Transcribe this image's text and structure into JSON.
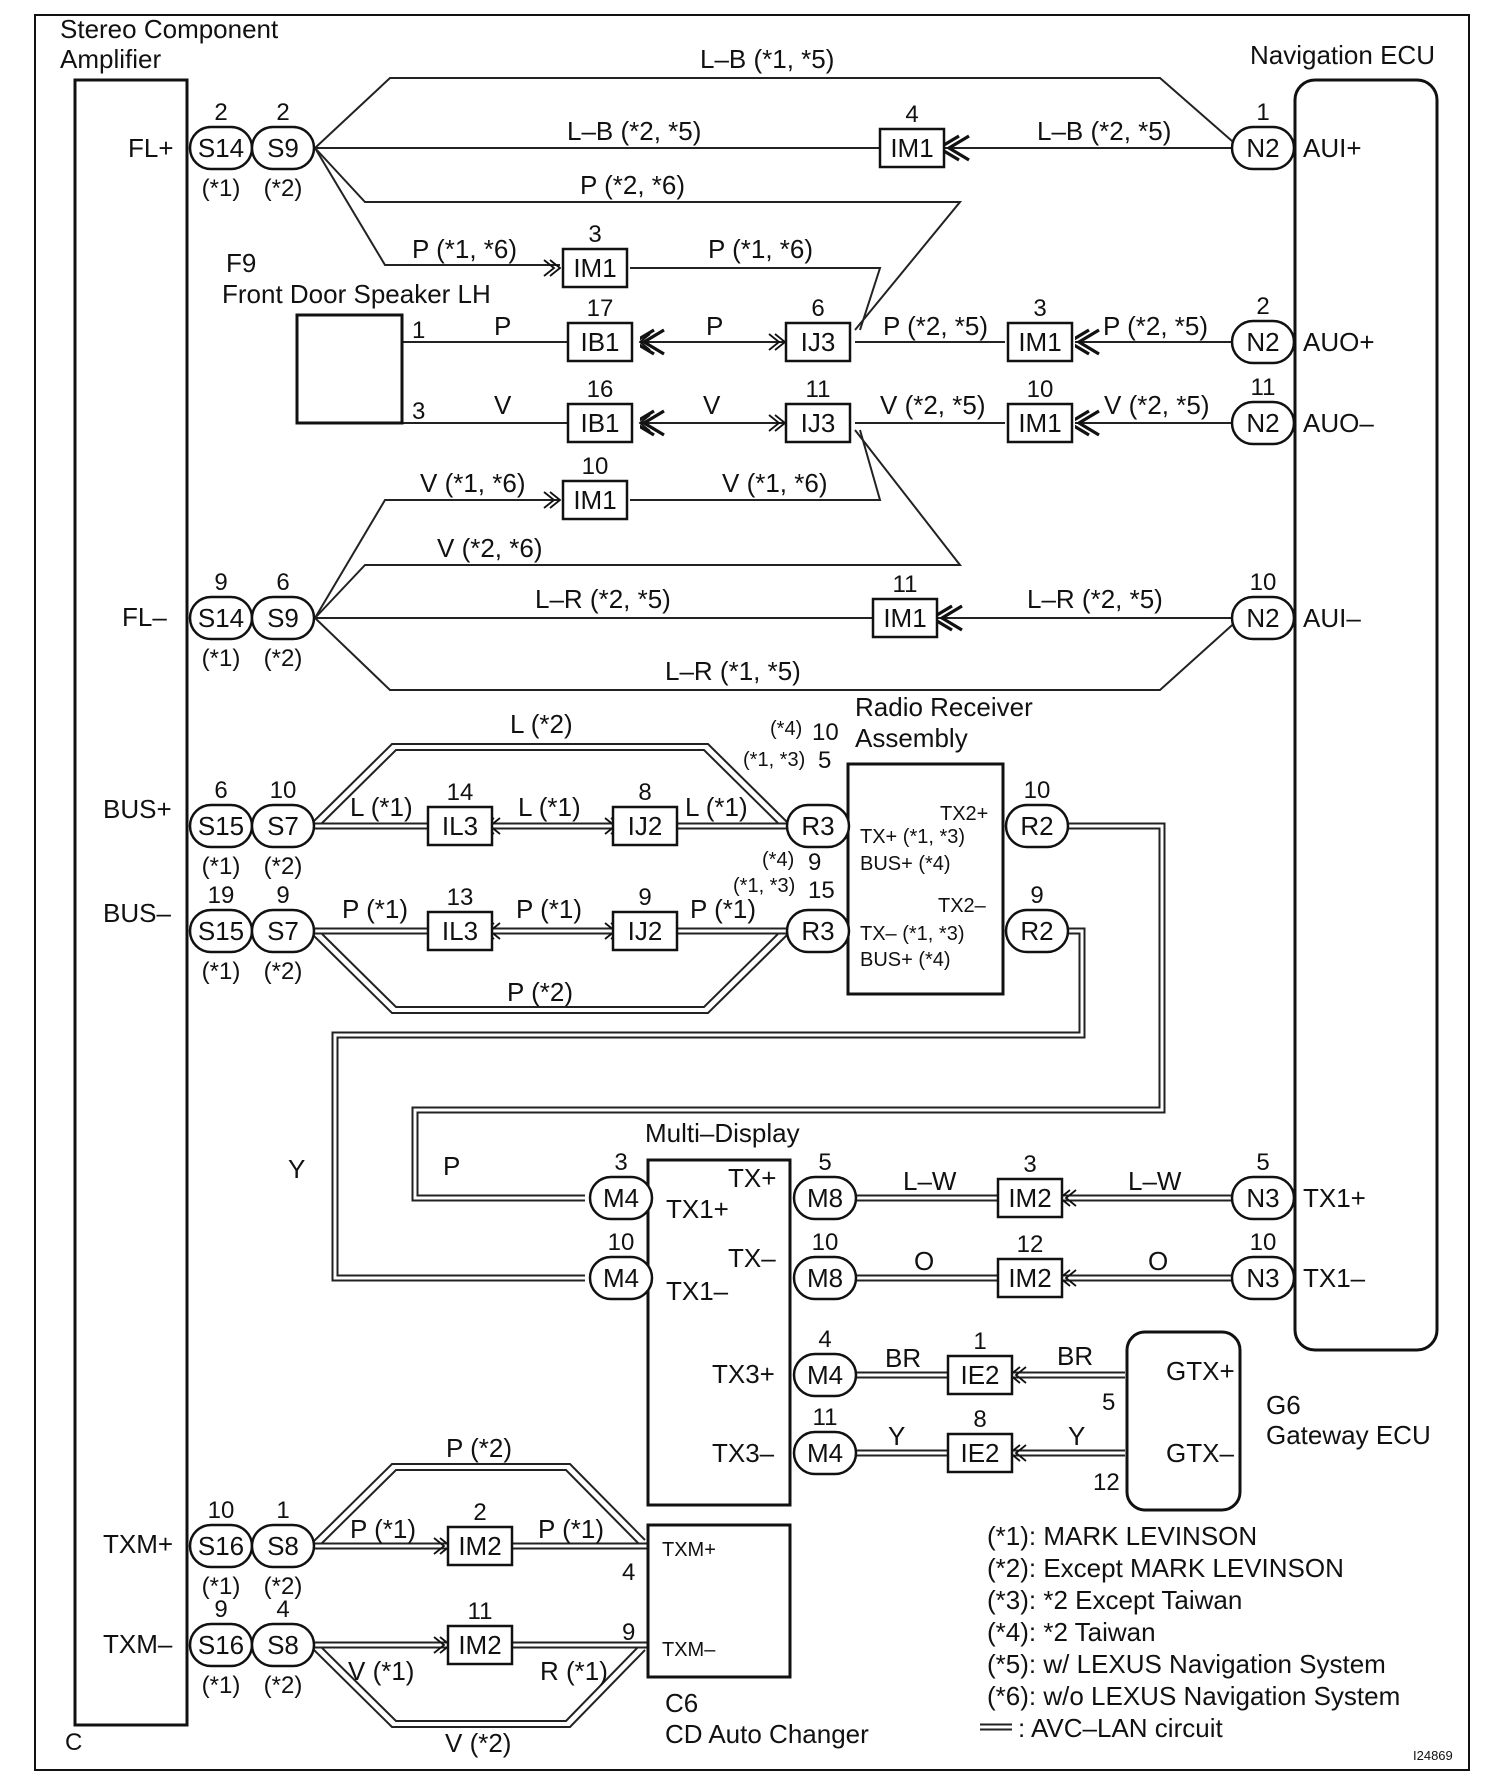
{
  "title_left": [
    "Stereo Component",
    "Amplifier"
  ],
  "title_right": "Navigation ECU",
  "amp_pins": {
    "fl_plus": "FL+",
    "fl_minus": "FL–",
    "bus_plus": "BUS+",
    "bus_minus": "BUS–",
    "txm_plus": "TXM+",
    "txm_minus": "TXM–",
    "c": "C"
  },
  "nav_pins": {
    "aui_plus": "AUI+",
    "auo_plus": "AUO+",
    "auo_minus": "AUO–",
    "aui_minus": "AUI–",
    "tx1_plus": "TX1+",
    "tx1_minus": "TX1–"
  },
  "speaker": {
    "id": "F9",
    "name": "Front Door Speaker LH",
    "pin1": "1",
    "pin3": "3"
  },
  "radio": {
    "name1": "Radio Receiver",
    "name2": "Assembly",
    "tx2p": "TX2+",
    "txp": "TX+ (*1, *3)",
    "busp": "BUS+  (*4)",
    "tx2m": "TX2–",
    "txm": "TX– (*1, *3)",
    "busm": "BUS+  (*4)",
    "n4a": "(*4)",
    "n10": "10",
    "n13a": "(*1, *3)",
    "n5": "5",
    "n4b": "(*4)",
    "n9": "9",
    "n13b": "(*1, *3)",
    "n15": "15"
  },
  "md": {
    "name": "Multi–Display",
    "tx1p": "TX1+",
    "tx1m": "TX1–",
    "txp": "TX+",
    "txm": "TX–",
    "tx3p": "TX3+",
    "tx3m": "TX3–"
  },
  "gw": {
    "id": "G6",
    "name": "Gateway ECU",
    "gtxp": "GTX+",
    "gtxm": "GTX–",
    "p5": "5",
    "p12": "12"
  },
  "cd": {
    "id": "C6",
    "name": "CD Auto Changer",
    "txmp": "TXM+",
    "txmm": "TXM–",
    "p4": "4",
    "p9": "9"
  },
  "wires": {
    "lb15": "L–B (*1, *5)",
    "lb25a": "L–B (*2, *5)",
    "lb25b": "L–B (*2, *5)",
    "p26": "P (*2, *6)",
    "p16a": "P (*1, *6)",
    "p16b": "P (*1, *6)",
    "p1": "P",
    "p2": "P",
    "p25a": "P (*2, *5)",
    "p25b": "P (*2, *5)",
    "v1": "V",
    "v2": "V",
    "v25a": "V (*2, *5)",
    "v25b": "V (*2, *5)",
    "v16a": "V (*1, *6)",
    "v16b": "V (*1, *6)",
    "v26": "V (*2, *6)",
    "lr25a": "L–R (*2, *5)",
    "lr25b": "L–R (*2, *5)",
    "lr15": "L–R (*1, *5)",
    "l2": "L (*2)",
    "l1a": "L (*1)",
    "l1b": "L (*1)",
    "l1c": "L (*1)",
    "pp1a": "P (*1)",
    "pp1b": "P (*1)",
    "pp1c": "P (*1)",
    "pp2": "P (*2)",
    "y": "Y",
    "p": "P",
    "lw1": "L–W",
    "lw2": "L–W",
    "o1": "O",
    "o2": "O",
    "br1": "BR",
    "br2": "BR",
    "y1": "Y",
    "y2": "Y",
    "tp2": "P (*2)",
    "tp1a": "P (*1)",
    "tp1b": "P (*1)",
    "tv1": "V (*1)",
    "tr1": "R (*1)",
    "tv2": "V (*2)"
  },
  "legend": [
    "(*1): MARK LEVINSON",
    "(*2): Except MARK LEVINSON",
    "(*3): *2 Except Taiwan",
    "(*4): *2 Taiwan",
    "(*5): w/ LEXUS Navigation System",
    "(*6): w/o LEXUS Navigation System"
  ],
  "legend_avc": ": AVC–LAN circuit",
  "figure_id": "I24869"
}
